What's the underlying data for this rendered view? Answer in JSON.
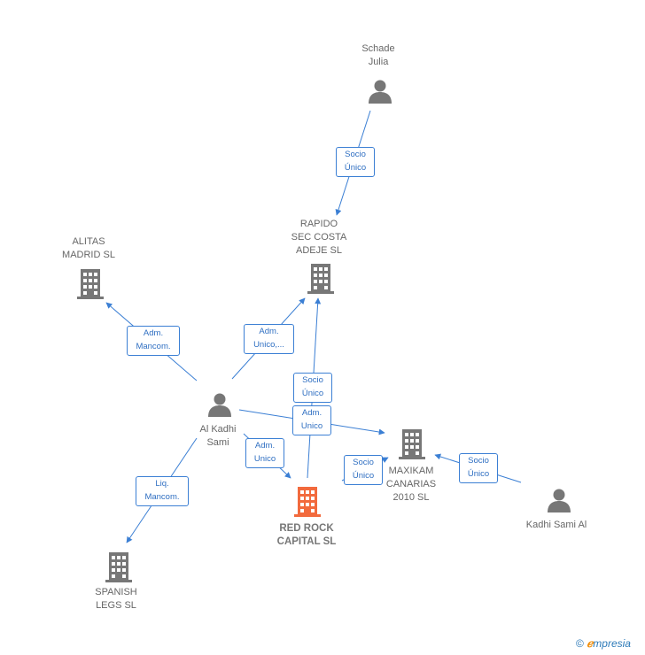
{
  "colors": {
    "accent": "#3b7fd4",
    "building": "#777777",
    "highlight": "#f26a3d",
    "person": "#777777"
  },
  "nodes": {
    "schade": {
      "label": "Schade\nJulia",
      "icon": "person-icon"
    },
    "rapido": {
      "label": "RAPIDO\nSEC COSTA\nADEJE SL",
      "icon": "building-icon"
    },
    "alitas": {
      "label": "ALITAS\nMADRID SL",
      "icon": "building-icon"
    },
    "alkadhi": {
      "label": "Al Kadhi\nSami",
      "icon": "person-icon"
    },
    "maxikam": {
      "label": "MAXIKAM\nCANARIAS\n2010 SL",
      "icon": "building-icon"
    },
    "redrock": {
      "label": "RED ROCK\nCAPITAL  SL",
      "icon": "building-icon"
    },
    "kadhisami": {
      "label": "Kadhi Sami Al",
      "icon": "person-icon"
    },
    "spanish": {
      "label": "SPANISH\nLEGS SL",
      "icon": "building-icon"
    }
  },
  "edges": {
    "e1": "Socio\nÚnico",
    "e2": "Adm.\nMancom.",
    "e3": "Adm.\nUnico,...",
    "e4": "Socio\nÚnico",
    "e5": "Adm.\nUnico",
    "e6": "Adm.\nUnico",
    "e7": "Socio\nÚnico",
    "e8": "Socio\nÚnico",
    "e9": "Liq.\nMancom."
  },
  "brand": {
    "copyright": "©",
    "e": "ℯ",
    "name": "mpresia"
  }
}
